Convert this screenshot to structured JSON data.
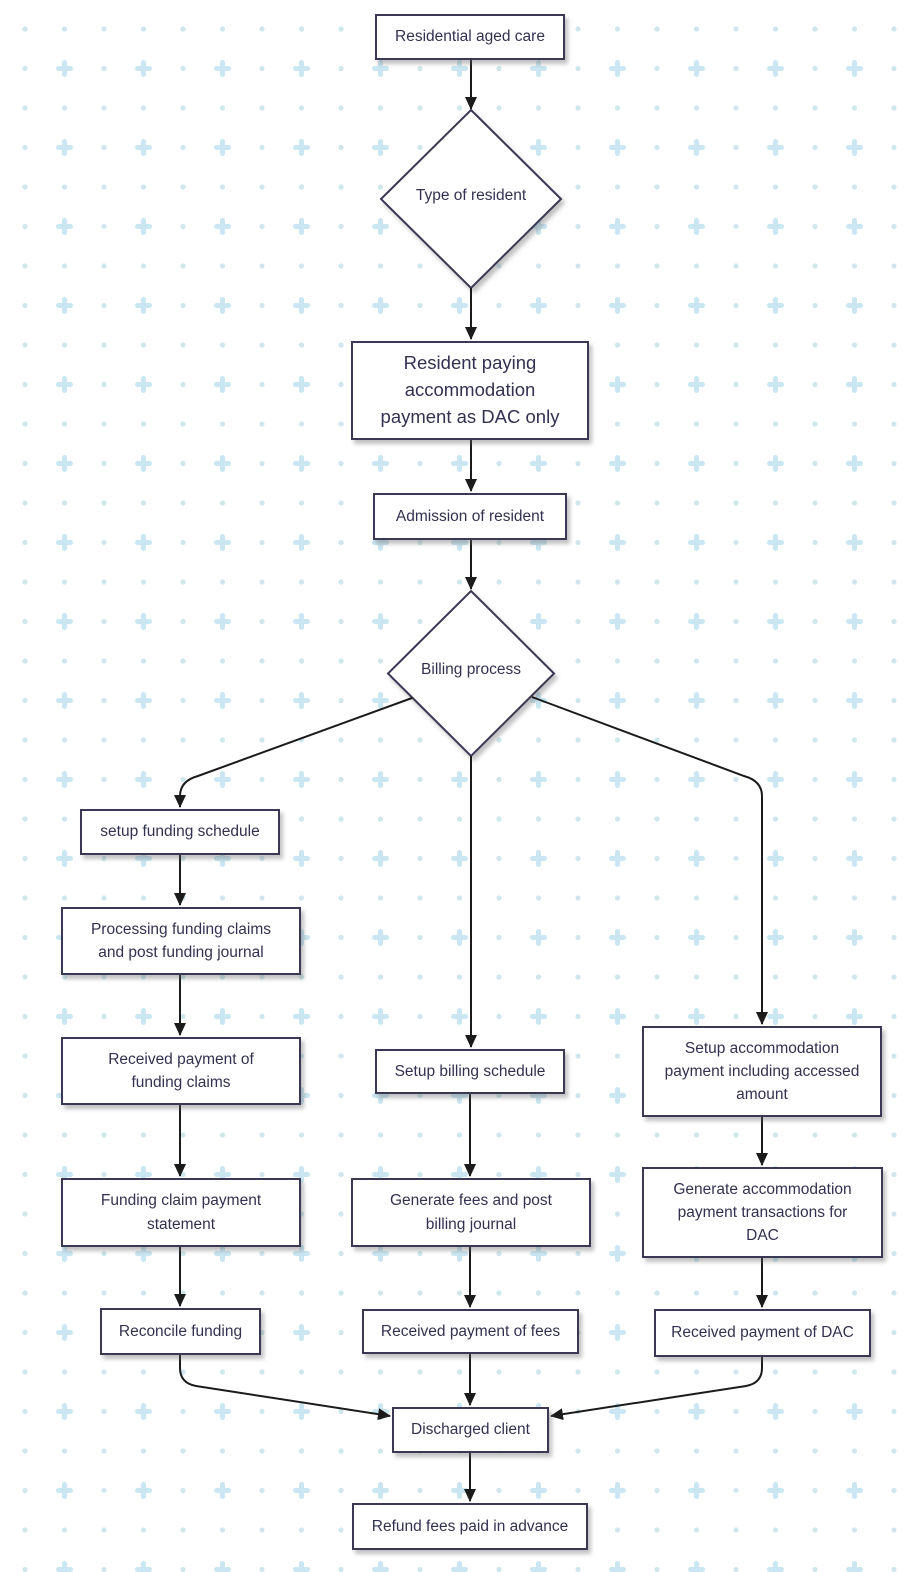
{
  "diagram": {
    "type": "flowchart",
    "direction": "top-down",
    "nodes": {
      "residential_aged_care": {
        "label": "Residential aged care",
        "shape": "rectangle"
      },
      "type_of_resident": {
        "label": "Type of resident",
        "shape": "diamond"
      },
      "resident_paying_dac": {
        "label": "Resident paying\naccommodation\npayment as DAC only",
        "shape": "rectangle"
      },
      "admission_of_resident": {
        "label": "Admission of resident",
        "shape": "rectangle"
      },
      "billing_process": {
        "label": "Billing process",
        "shape": "diamond"
      },
      "setup_funding_schedule": {
        "label": "setup funding schedule",
        "shape": "rectangle"
      },
      "processing_funding_claims": {
        "label": "Processing funding claims\nand post funding journal",
        "shape": "rectangle"
      },
      "received_payment_funding_claims": {
        "label": "Received payment of\nfunding claims",
        "shape": "rectangle"
      },
      "funding_claim_payment_statement": {
        "label": "Funding claim payment\nstatement",
        "shape": "rectangle"
      },
      "reconcile_funding": {
        "label": "Reconcile funding",
        "shape": "rectangle"
      },
      "setup_billing_schedule": {
        "label": "Setup billing schedule",
        "shape": "rectangle"
      },
      "generate_fees_post_billing_journal": {
        "label": "Generate fees and post\nbilling journal",
        "shape": "rectangle"
      },
      "received_payment_of_fees": {
        "label": "Received payment of fees",
        "shape": "rectangle"
      },
      "setup_accommodation_payment": {
        "label": "Setup accommodation\npayment including accessed\namount",
        "shape": "rectangle"
      },
      "generate_accommodation_payment": {
        "label": "Generate accommodation\npayment transactions for\nDAC",
        "shape": "rectangle"
      },
      "received_payment_of_dac": {
        "label": "Received payment of DAC",
        "shape": "rectangle"
      },
      "discharged_client": {
        "label": "Discharged client",
        "shape": "rectangle"
      },
      "refund_fees_paid_in_advance": {
        "label": "Refund fees paid in advance",
        "shape": "rectangle"
      }
    },
    "edges": [
      {
        "from": "residential_aged_care",
        "to": "type_of_resident"
      },
      {
        "from": "type_of_resident",
        "to": "resident_paying_dac"
      },
      {
        "from": "resident_paying_dac",
        "to": "admission_of_resident"
      },
      {
        "from": "admission_of_resident",
        "to": "billing_process"
      },
      {
        "from": "billing_process",
        "to": "setup_funding_schedule"
      },
      {
        "from": "billing_process",
        "to": "setup_billing_schedule"
      },
      {
        "from": "billing_process",
        "to": "setup_accommodation_payment"
      },
      {
        "from": "setup_funding_schedule",
        "to": "processing_funding_claims"
      },
      {
        "from": "processing_funding_claims",
        "to": "received_payment_funding_claims"
      },
      {
        "from": "received_payment_funding_claims",
        "to": "funding_claim_payment_statement"
      },
      {
        "from": "funding_claim_payment_statement",
        "to": "reconcile_funding"
      },
      {
        "from": "setup_billing_schedule",
        "to": "generate_fees_post_billing_journal"
      },
      {
        "from": "generate_fees_post_billing_journal",
        "to": "received_payment_of_fees"
      },
      {
        "from": "setup_accommodation_payment",
        "to": "generate_accommodation_payment"
      },
      {
        "from": "generate_accommodation_payment",
        "to": "received_payment_of_dac"
      },
      {
        "from": "reconcile_funding",
        "to": "discharged_client"
      },
      {
        "from": "received_payment_of_fees",
        "to": "discharged_client"
      },
      {
        "from": "received_payment_of_dac",
        "to": "discharged_client"
      },
      {
        "from": "discharged_client",
        "to": "refund_fees_paid_in_advance"
      }
    ],
    "colors": {
      "node_border": "#3a3853",
      "node_fill": "#ffffff",
      "text": "#333150",
      "edge": "#1b1b1b",
      "background_dot": "#cfe7ec",
      "background_plus": "#c9e6f2"
    }
  }
}
